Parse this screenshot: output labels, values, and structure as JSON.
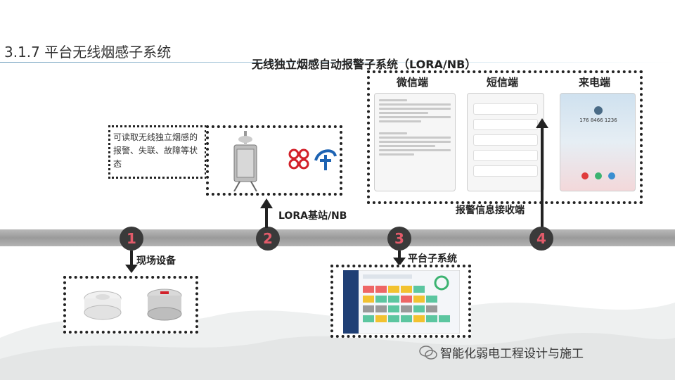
{
  "title": "3.1.7 平台无线烟感子系统",
  "subsystem_header": "无线独立烟感自动报警子系统（LORA/NB）",
  "note": "可读取无线独立烟感的报警、失联、故障等状态",
  "steps": [
    {
      "num": "1",
      "label": "现场设备"
    },
    {
      "num": "2",
      "label": "LORA基站/NB"
    },
    {
      "num": "3",
      "label": "平台子系统"
    },
    {
      "num": "4",
      "label": "报警信息接收端"
    }
  ],
  "receivers": [
    {
      "label": "微信端"
    },
    {
      "label": "短信端"
    },
    {
      "label": "来电端"
    }
  ],
  "call_number": "176 8466 1236",
  "watermark": "智能化弱电工程设计与施工",
  "colors": {
    "step_number": "#e25b6a",
    "circle": "#3a3a3a",
    "bar": "#a8a8a8"
  }
}
